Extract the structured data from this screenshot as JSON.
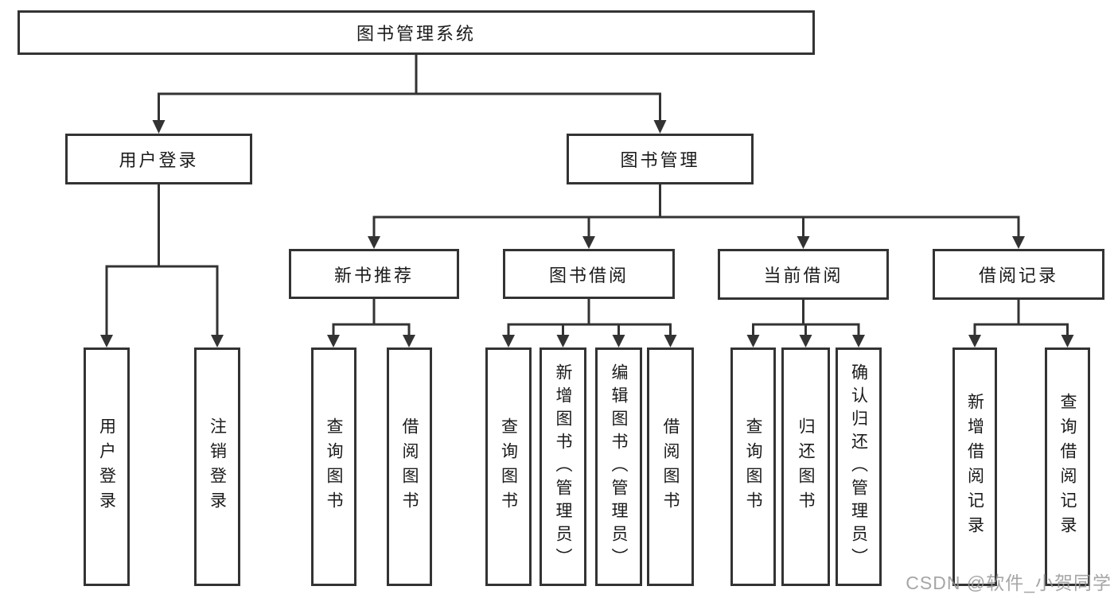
{
  "tree": {
    "label": "图书管理系统",
    "children": [
      {
        "label": "用户登录",
        "children": [
          {
            "label": "用户登录"
          },
          {
            "label": "注销登录"
          }
        ]
      },
      {
        "label": "图书管理",
        "children": [
          {
            "label": "新书推荐",
            "children": [
              {
                "label": "查询图书"
              },
              {
                "label": "借阅图书"
              }
            ]
          },
          {
            "label": "图书借阅",
            "children": [
              {
                "label": "查询图书"
              },
              {
                "label": "新增图书（管理员）"
              },
              {
                "label": "编辑图书（管理员）"
              },
              {
                "label": "借阅图书"
              }
            ]
          },
          {
            "label": "当前借阅",
            "children": [
              {
                "label": "查询图书"
              },
              {
                "label": "归还图书"
              },
              {
                "label": "确认归还（管理员）"
              }
            ]
          },
          {
            "label": "借阅记录",
            "children": [
              {
                "label": "新增借阅记录"
              },
              {
                "label": "查询借阅记录"
              }
            ]
          }
        ]
      }
    ]
  },
  "watermark": {
    "text": "CSDN @软件_小贺同学"
  },
  "colors": {
    "line": "#333333",
    "text": "#1a1a1a",
    "watermark": "#969696",
    "background": "#ffffff"
  }
}
